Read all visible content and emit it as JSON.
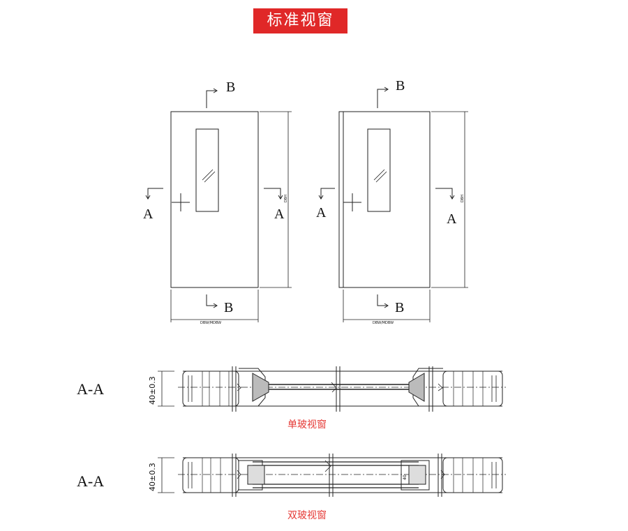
{
  "title": "标准视窗",
  "door_views": {
    "section_a": "A",
    "section_b": "B",
    "width_label": "DBW/MDBW",
    "height_label": "DBH"
  },
  "sections": [
    {
      "label": "A-A",
      "dimension": "40±0.3",
      "caption": "单玻视窗"
    },
    {
      "label": "A-A",
      "dimension": "40±0.3",
      "caption": "双玻视窗",
      "glass_mark": "40"
    }
  ],
  "colors": {
    "title_bg": "#e02828",
    "caption": "#e53935",
    "line": "#222222"
  }
}
